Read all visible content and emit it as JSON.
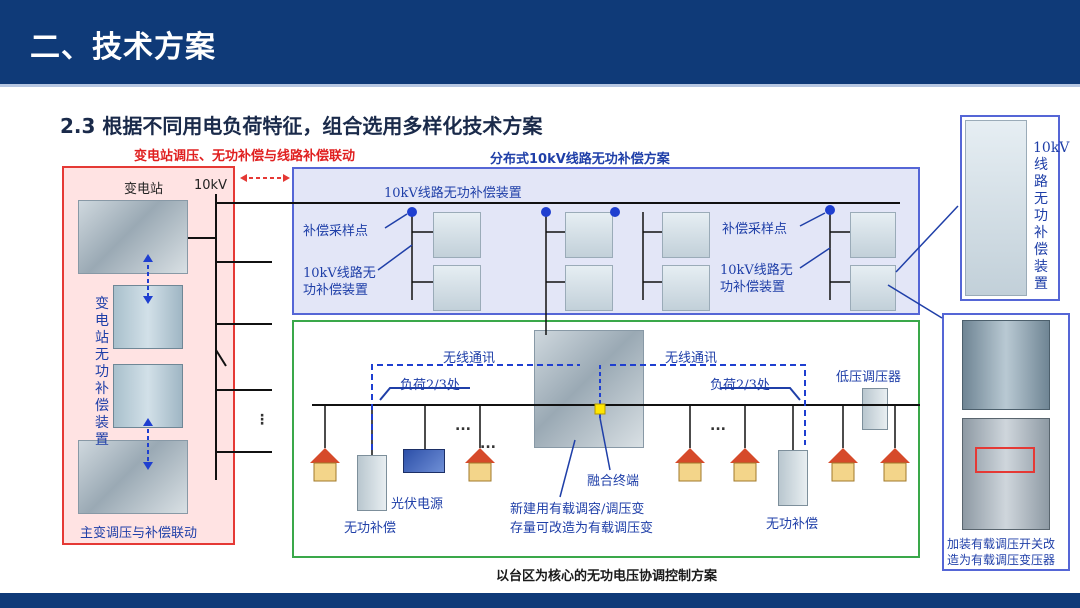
{
  "header": {
    "title": "二、技术方案"
  },
  "subtitle": "2.3 根据不同用电负荷特征，组合选用多样化技术方案",
  "left_panel": {
    "caption": "变电站调压、无功补偿与线路补偿联动",
    "substation_label": "变电站",
    "voltage_label": "10kV",
    "compensation_label": "变电站无功补偿装置",
    "bottom_label": "主变调压与补偿联动",
    "ellipsis": "⋮"
  },
  "top_panel": {
    "caption": "分布式10kV线路无功补偿方案",
    "device_label": "10kV线路无功补偿装置",
    "sample_point_left": "补偿采样点",
    "sample_point_right": "补偿采样点",
    "line_device_left_1": "10kV线路无",
    "line_device_left_2": "功补偿装置",
    "line_device_right_1": "10kV线路无",
    "line_device_right_2": "功补偿装置"
  },
  "bottom_panel": {
    "caption": "以台区为核心的无功电压协调控制方案",
    "wireless_left": "无线通讯",
    "wireless_right": "无线通讯",
    "load_left": "负荷2/3处",
    "load_right": "负荷2/3处",
    "low_voltage_regulator": "低压调压器",
    "fusion_terminal": "融合终端",
    "pv_source": "光伏电源",
    "reactive_left": "无功补偿",
    "reactive_right": "无功补偿",
    "new_build_1": "新建用有载调容/调压变",
    "new_build_2": "存量可改造为有载调压变",
    "dots_1": "...",
    "dots_2": "...",
    "dots_3": "..."
  },
  "right_panel": {
    "pole_label": "10kV线路无功补偿装置",
    "transformer_label_1": "加装有载调压开关改",
    "transformer_label_2": "造为有载调压变压器"
  },
  "colors": {
    "header": "#0f3a78",
    "red": "#e53935",
    "blue": "#5566d6",
    "green": "#3aa84a",
    "node": "#1f3fd0"
  }
}
